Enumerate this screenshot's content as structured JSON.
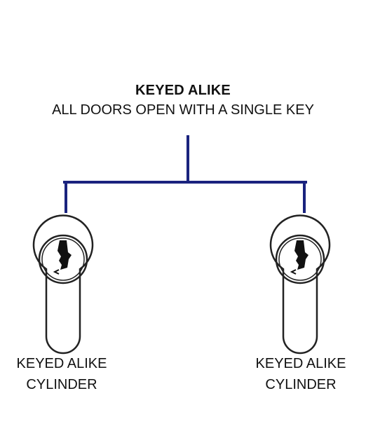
{
  "header": {
    "title": "KEYED ALIKE",
    "subtitle": "ALL DOORS OPEN WITH A SINGLE KEY"
  },
  "cylinders": [
    {
      "line1": "KEYED ALIKE",
      "line2": "CYLINDER"
    },
    {
      "line1": "KEYED ALIKE",
      "line2": "CYLINDER"
    }
  ],
  "colors": {
    "connector": "#1a237e",
    "outline": "#222222"
  },
  "icons": [
    "lock-cylinder-icon",
    "lock-cylinder-icon"
  ]
}
